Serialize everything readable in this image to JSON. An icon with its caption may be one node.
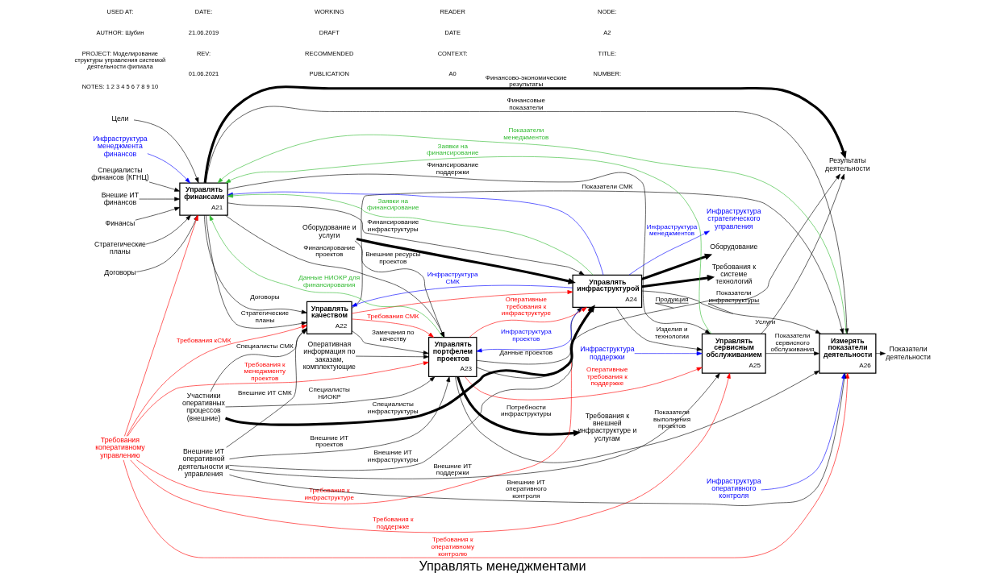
{
  "diagram": {
    "title": "Управлять менеджментами",
    "nodes": [
      {
        "text": [
          "Управлять финансами",
          "A21"
        ]
      },
      {
        "text": [
          "Управлять качеством",
          "A22"
        ]
      },
      {
        "text": [
          "Управлять портфелем проектов",
          "A23"
        ]
      },
      {
        "text": [
          "Управлять инфраструктурой",
          "A24"
        ]
      },
      {
        "text": [
          "Управлять сервисным обслуживанием",
          "A25"
        ]
      },
      {
        "text": [
          "Измерять показатели деятельности",
          "A26"
        ]
      },
      {
        "text": [
          "Финансы"
        ]
      },
      {
        "text": [
          "Стратегические планы"
        ]
      },
      {
        "text": [
          "Договоры"
        ]
      },
      {
        "text": [
          "Цели"
        ]
      },
      {
        "text": [
          "Требования коперативному управлению"
        ]
      },
      {
        "text": [
          "Оперативная информация по заказам, комплектующие"
        ]
      },
      {
        "text": [
          "Инфраструктура менеджмента финансов"
        ]
      },
      {
        "text": [
          "Специалисты финансов (КГНЦ)"
        ]
      },
      {
        "text": [
          "Участники оперативных процессов (внешние)"
        ]
      },
      {
        "text": [
          "Внешие ИТ финансов"
        ]
      },
      {
        "text": [
          "Внешние ИТ оперативной деятельности и управления"
        ]
      },
      {
        "text": [
          "Оборудование и услуги"
        ]
      },
      {
        "text": [
          "Инфраструктура поддержки"
        ]
      },
      {
        "text": [
          "Инфраструктура оперативного контроля"
        ]
      },
      {
        "text": [
          "Результаты деятельности"
        ]
      },
      {
        "text": [
          "Требования к внешней инфраструктуре и услугам"
        ]
      },
      {
        "text": [
          "Инфраструктура стратегического управления"
        ]
      },
      {
        "text": [
          "Оборудование"
        ]
      },
      {
        "text": [
          "Требования к системе технологий"
        ]
      },
      {
        "text": [
          "Показатели деятельности"
        ]
      }
    ],
    "edges": [
      {
        "from": 6,
        "to": 0,
        "arrow": "to"
      },
      {
        "from": 7,
        "to": 0,
        "arrow": "to"
      },
      {
        "from": 8,
        "to": 0,
        "arrow": "to"
      },
      {
        "from": 9,
        "to": 0,
        "arrow": "to"
      },
      {
        "from": 10,
        "to": 0,
        "arrow": "to",
        "color": "#ff0000"
      },
      {
        "from": 10,
        "to": 1,
        "label": "Требования кСМК",
        "arrow": "to",
        "color": "#ff0000"
      },
      {
        "from": 10,
        "to": 2,
        "label": "Требования к менеджменту проектов",
        "arrow": "to",
        "color": "#ff0000"
      },
      {
        "from": 10,
        "to": 3,
        "label": "Требования к инфраструктуре",
        "arrow": "to",
        "color": "#ff0000"
      },
      {
        "from": 10,
        "to": 4,
        "label": "Требования к поддержке",
        "arrow": "to",
        "color": "#ff0000"
      },
      {
        "from": 10,
        "to": 5,
        "label": "Требования к оперативному контролю",
        "arrow": "to",
        "color": "#ff0000"
      },
      {
        "from": 0,
        "to": 20,
        "label": "Финансово-экономические результаты",
        "arrow": "to",
        "style": "thick"
      },
      {
        "from": 0,
        "to": 1,
        "label": "Стратегические планы",
        "arrow": "to"
      },
      {
        "from": 0,
        "to": 1,
        "label": "Договоры",
        "arrow": "to"
      },
      {
        "from": 0,
        "to": 2,
        "label": "Финансирование проектов",
        "arrow": "to"
      },
      {
        "from": 0,
        "to": 3,
        "label": "Финансирование инфраструктуры",
        "arrow": "to"
      },
      {
        "from": 0,
        "to": 4,
        "label": "Финансирование поддержки",
        "arrow": "to"
      },
      {
        "from": 0,
        "to": 5,
        "label": "Финансовые показатели",
        "arrow": "to"
      },
      {
        "from": 1,
        "to": 2,
        "label": "Замечания по качеству",
        "arrow": "to"
      },
      {
        "from": 1,
        "to": 2,
        "label": "Требования СМК",
        "arrow": "to",
        "color": "#ff0000"
      },
      {
        "from": 1,
        "to": 3,
        "arrow": "to",
        "color": "#ff0000"
      },
      {
        "from": 1,
        "to": 5,
        "label": "Показатели СМК",
        "arrow": "to"
      },
      {
        "from": 11,
        "to": 2,
        "arrow": "to"
      },
      {
        "from": 2,
        "to": 20,
        "label": "Продукция",
        "arrow": "to"
      },
      {
        "from": 2,
        "to": 21,
        "label": "Потребности инфраструктуры",
        "arrow": "to",
        "style": "thick"
      },
      {
        "from": 2,
        "to": 3,
        "label": "Данные проектов",
        "arrow": "to"
      },
      {
        "from": 2,
        "to": 3,
        "label": "Оперативные требования к инфраструктуре",
        "arrow": "to",
        "color": "#ff0000"
      },
      {
        "from": 2,
        "to": 4,
        "label": "Оперативные требования к поддержке",
        "arrow": "to",
        "color": "#ff0000"
      },
      {
        "from": 2,
        "to": 5,
        "label": "Показатели выполнения проектов",
        "arrow": "to"
      },
      {
        "from": 2,
        "to": 0,
        "label": "Данные НИОКР для финансирования",
        "arrow": "to",
        "color": "#33bb33"
      },
      {
        "from": 3,
        "to": 22,
        "label": "Инфраструктура менеджментов",
        "arrow": "to",
        "color": "#0000ff"
      },
      {
        "from": 3,
        "to": 0,
        "arrow": "to",
        "color": "#0000ff"
      },
      {
        "from": 3,
        "to": 1,
        "label": "Инфраструктура СМК",
        "arrow": "to",
        "color": "#0000ff"
      },
      {
        "from": 3,
        "to": 2,
        "label": "Инфраструктура проектов",
        "arrow": "to",
        "color": "#0000ff"
      },
      {
        "from": 3,
        "to": 23,
        "arrow": "to",
        "style": "thick"
      },
      {
        "from": 3,
        "to": 24,
        "arrow": "to",
        "style": "thick"
      },
      {
        "from": 3,
        "to": 4,
        "label": "Изделия и технологии",
        "arrow": "to"
      },
      {
        "from": 3,
        "to": 5,
        "label": "Показатели инфраструктуры",
        "arrow": "to"
      },
      {
        "from": 3,
        "to": 0,
        "label": "Заявки на финансирование",
        "arrow": "to",
        "color": "#33bb33"
      },
      {
        "from": 4,
        "to": 5,
        "label": "Показатели сервисного обслуживания",
        "arrow": "to"
      },
      {
        "from": 4,
        "to": 20,
        "label": "Услуги",
        "arrow": "to"
      },
      {
        "from": 4,
        "to": 0,
        "label": "Заявки на финансирование",
        "arrow": "to",
        "color": "#33bb33"
      },
      {
        "from": 5,
        "to": 25,
        "arrow": "to"
      },
      {
        "from": 5,
        "to": 0,
        "label": "Показатели менеджментов",
        "arrow": "to",
        "color": "#33bb33"
      },
      {
        "from": 12,
        "to": 0,
        "arrow": "to",
        "color": "#0000ff"
      },
      {
        "from": 13,
        "to": 0,
        "arrow": "to"
      },
      {
        "from": 15,
        "to": 0,
        "arrow": "to"
      },
      {
        "from": 14,
        "to": 1,
        "label": "Специалисты СМК",
        "arrow": "to"
      },
      {
        "from": 14,
        "to": 2,
        "label": "Специалисты НИОКР",
        "arrow": "to"
      },
      {
        "from": 14,
        "to": 3,
        "label": "Специалисты инфраструктуры",
        "arrow": "to",
        "style": "thick"
      },
      {
        "from": 16,
        "to": 1,
        "label": "Внешние ИТ СМК",
        "arrow": "to"
      },
      {
        "from": 16,
        "to": 2,
        "label": "Внешние ИТ проектов",
        "arrow": "to"
      },
      {
        "from": 16,
        "to": 3,
        "label": "Внешние ИТ инфраструктуры",
        "arrow": "to"
      },
      {
        "from": 16,
        "to": 4,
        "label": "Внешние ИТ поддержки",
        "arrow": "to"
      },
      {
        "from": 16,
        "to": 5,
        "label": "Внешние ИТ оперативного контроля",
        "arrow": "to"
      },
      {
        "from": 17,
        "to": 3,
        "arrow": "to",
        "style": "thick"
      },
      {
        "from": 17,
        "to": 2,
        "label": "Внешние ресурсы проектов",
        "arrow": "to"
      },
      {
        "from": 18,
        "to": 4,
        "arrow": "to",
        "color": "#0000ff"
      },
      {
        "from": 19,
        "to": 5,
        "arrow": "to",
        "color": "#0000ff"
      }
    ],
    "labels": [
      "USED AT:",
      "AUTHOR: Шубин",
      "PROJECT: Моделирование структуры управления системой деятельности филиала",
      "NOTES: 1 2 3 4 5 6 7 8 9 10",
      "DATE:",
      "21.06.2019",
      "REV:",
      "01.06.2021",
      "WORKING",
      "DRAFT",
      "RECOMMENDED",
      "PUBLICATION",
      "READER",
      "DATE",
      "CONTEXT:",
      "A0",
      "NODE:",
      "A2",
      "TITLE:",
      "NUMBER:"
    ]
  }
}
